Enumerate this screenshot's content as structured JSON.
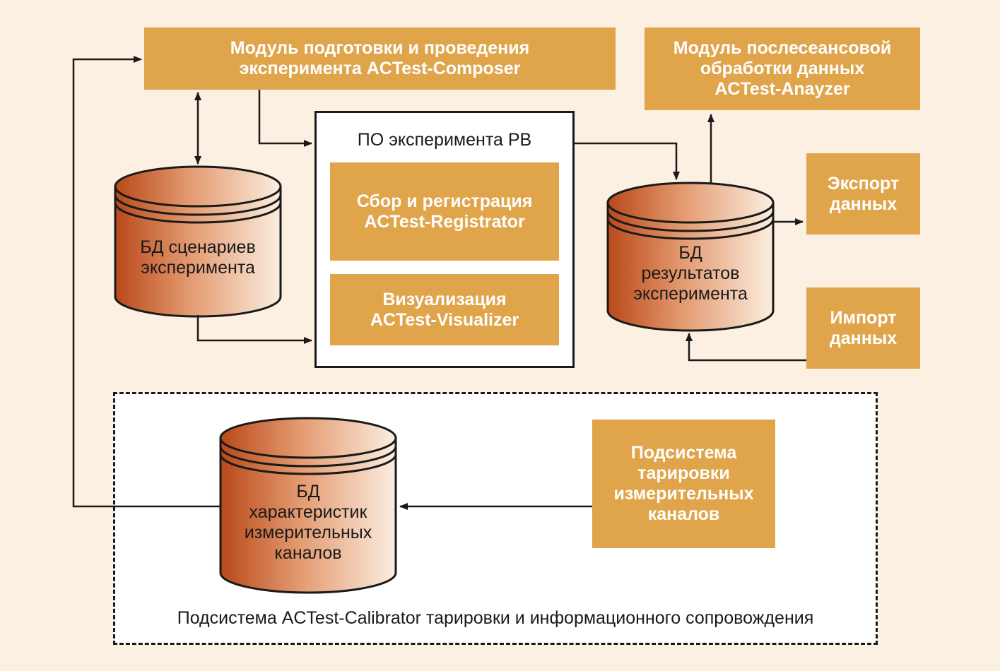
{
  "composer": {
    "lines": [
      "Модуль подготовки и проведения",
      "эксперимента ACTest-Composer"
    ]
  },
  "analyzer": {
    "lines": [
      "Модуль послесеансовой",
      "обработки данных",
      "ACTest-Anayzer"
    ]
  },
  "rv_software": {
    "title": "ПО эксперимента РВ",
    "registrator": {
      "lines": [
        "Сбор и регистрация",
        "ACTest-Registrator"
      ]
    },
    "visualizer": {
      "lines": [
        "Визуализация",
        "ACTest-Visualizer"
      ]
    }
  },
  "db_scenarios": {
    "lines": [
      "БД сценариев",
      "эксперимента"
    ]
  },
  "db_results": {
    "lines": [
      "БД",
      "результатов",
      "эксперимента"
    ]
  },
  "export": {
    "lines": [
      "Экспорт",
      "данных"
    ]
  },
  "import": {
    "lines": [
      "Импорт",
      "данных"
    ]
  },
  "calibrator": {
    "caption": "Подсистема ACTest-Calibrator тарировки и информационного сопровождения",
    "db_channels": {
      "lines": [
        "БД",
        "характеристик",
        "измерительных",
        "каналов"
      ]
    },
    "tariff": {
      "lines": [
        "Подсистема",
        "тарировки",
        "измерительных",
        "каналов"
      ]
    }
  },
  "colors": {
    "background": "#fbf0e2",
    "box_fill": "#e0a44a",
    "cylinder_dark": "#b9491a",
    "cylinder_light": "#fbeee0",
    "line": "#1a1a1a"
  }
}
